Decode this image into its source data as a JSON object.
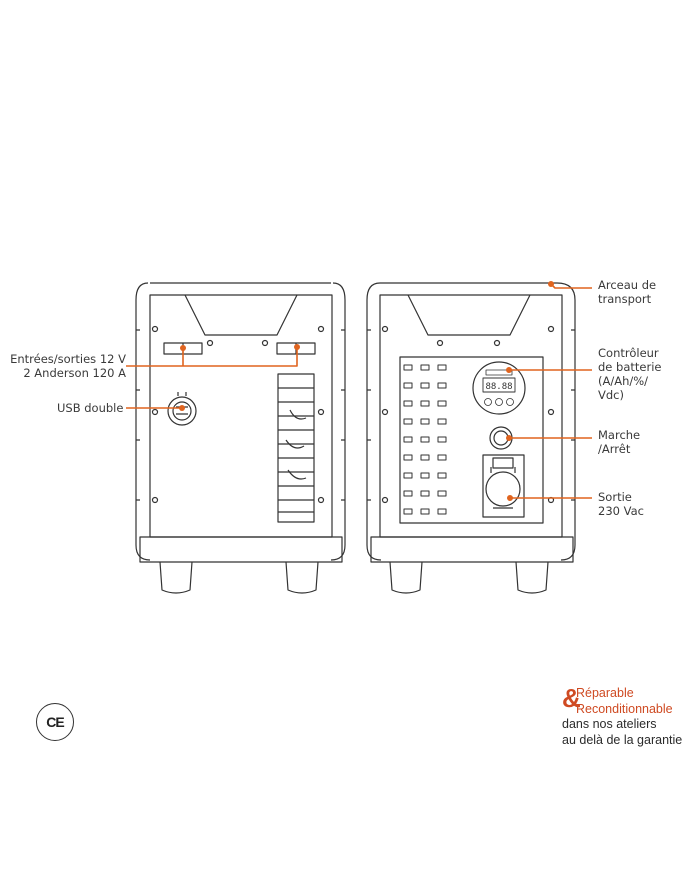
{
  "labels": {
    "inputs_outputs_line1": "Entrées/sorties 12 V",
    "inputs_outputs_line2": "2 Anderson 120 A",
    "usb": "USB double",
    "handle_line1": "Arceau de",
    "handle_line2": "transport",
    "controller_line1": "Contrôleur",
    "controller_line2": "de batterie",
    "controller_line3": "(A/Ah/%/",
    "controller_line4": "Vdc)",
    "switch_line1": "Marche",
    "switch_line2": "/Arrêt",
    "output_line1": "Sortie",
    "output_line2": "230 Vac"
  },
  "display_readout": "88.88",
  "certification": "CE",
  "repair_note": {
    "line1": "Réparable",
    "line2": "Reconditionnable",
    "line3": "dans nos ateliers",
    "line4": "au delà de la garantie"
  },
  "colors": {
    "accent": "#e0641f",
    "line": "#333333",
    "text": "#3a3a3a"
  }
}
